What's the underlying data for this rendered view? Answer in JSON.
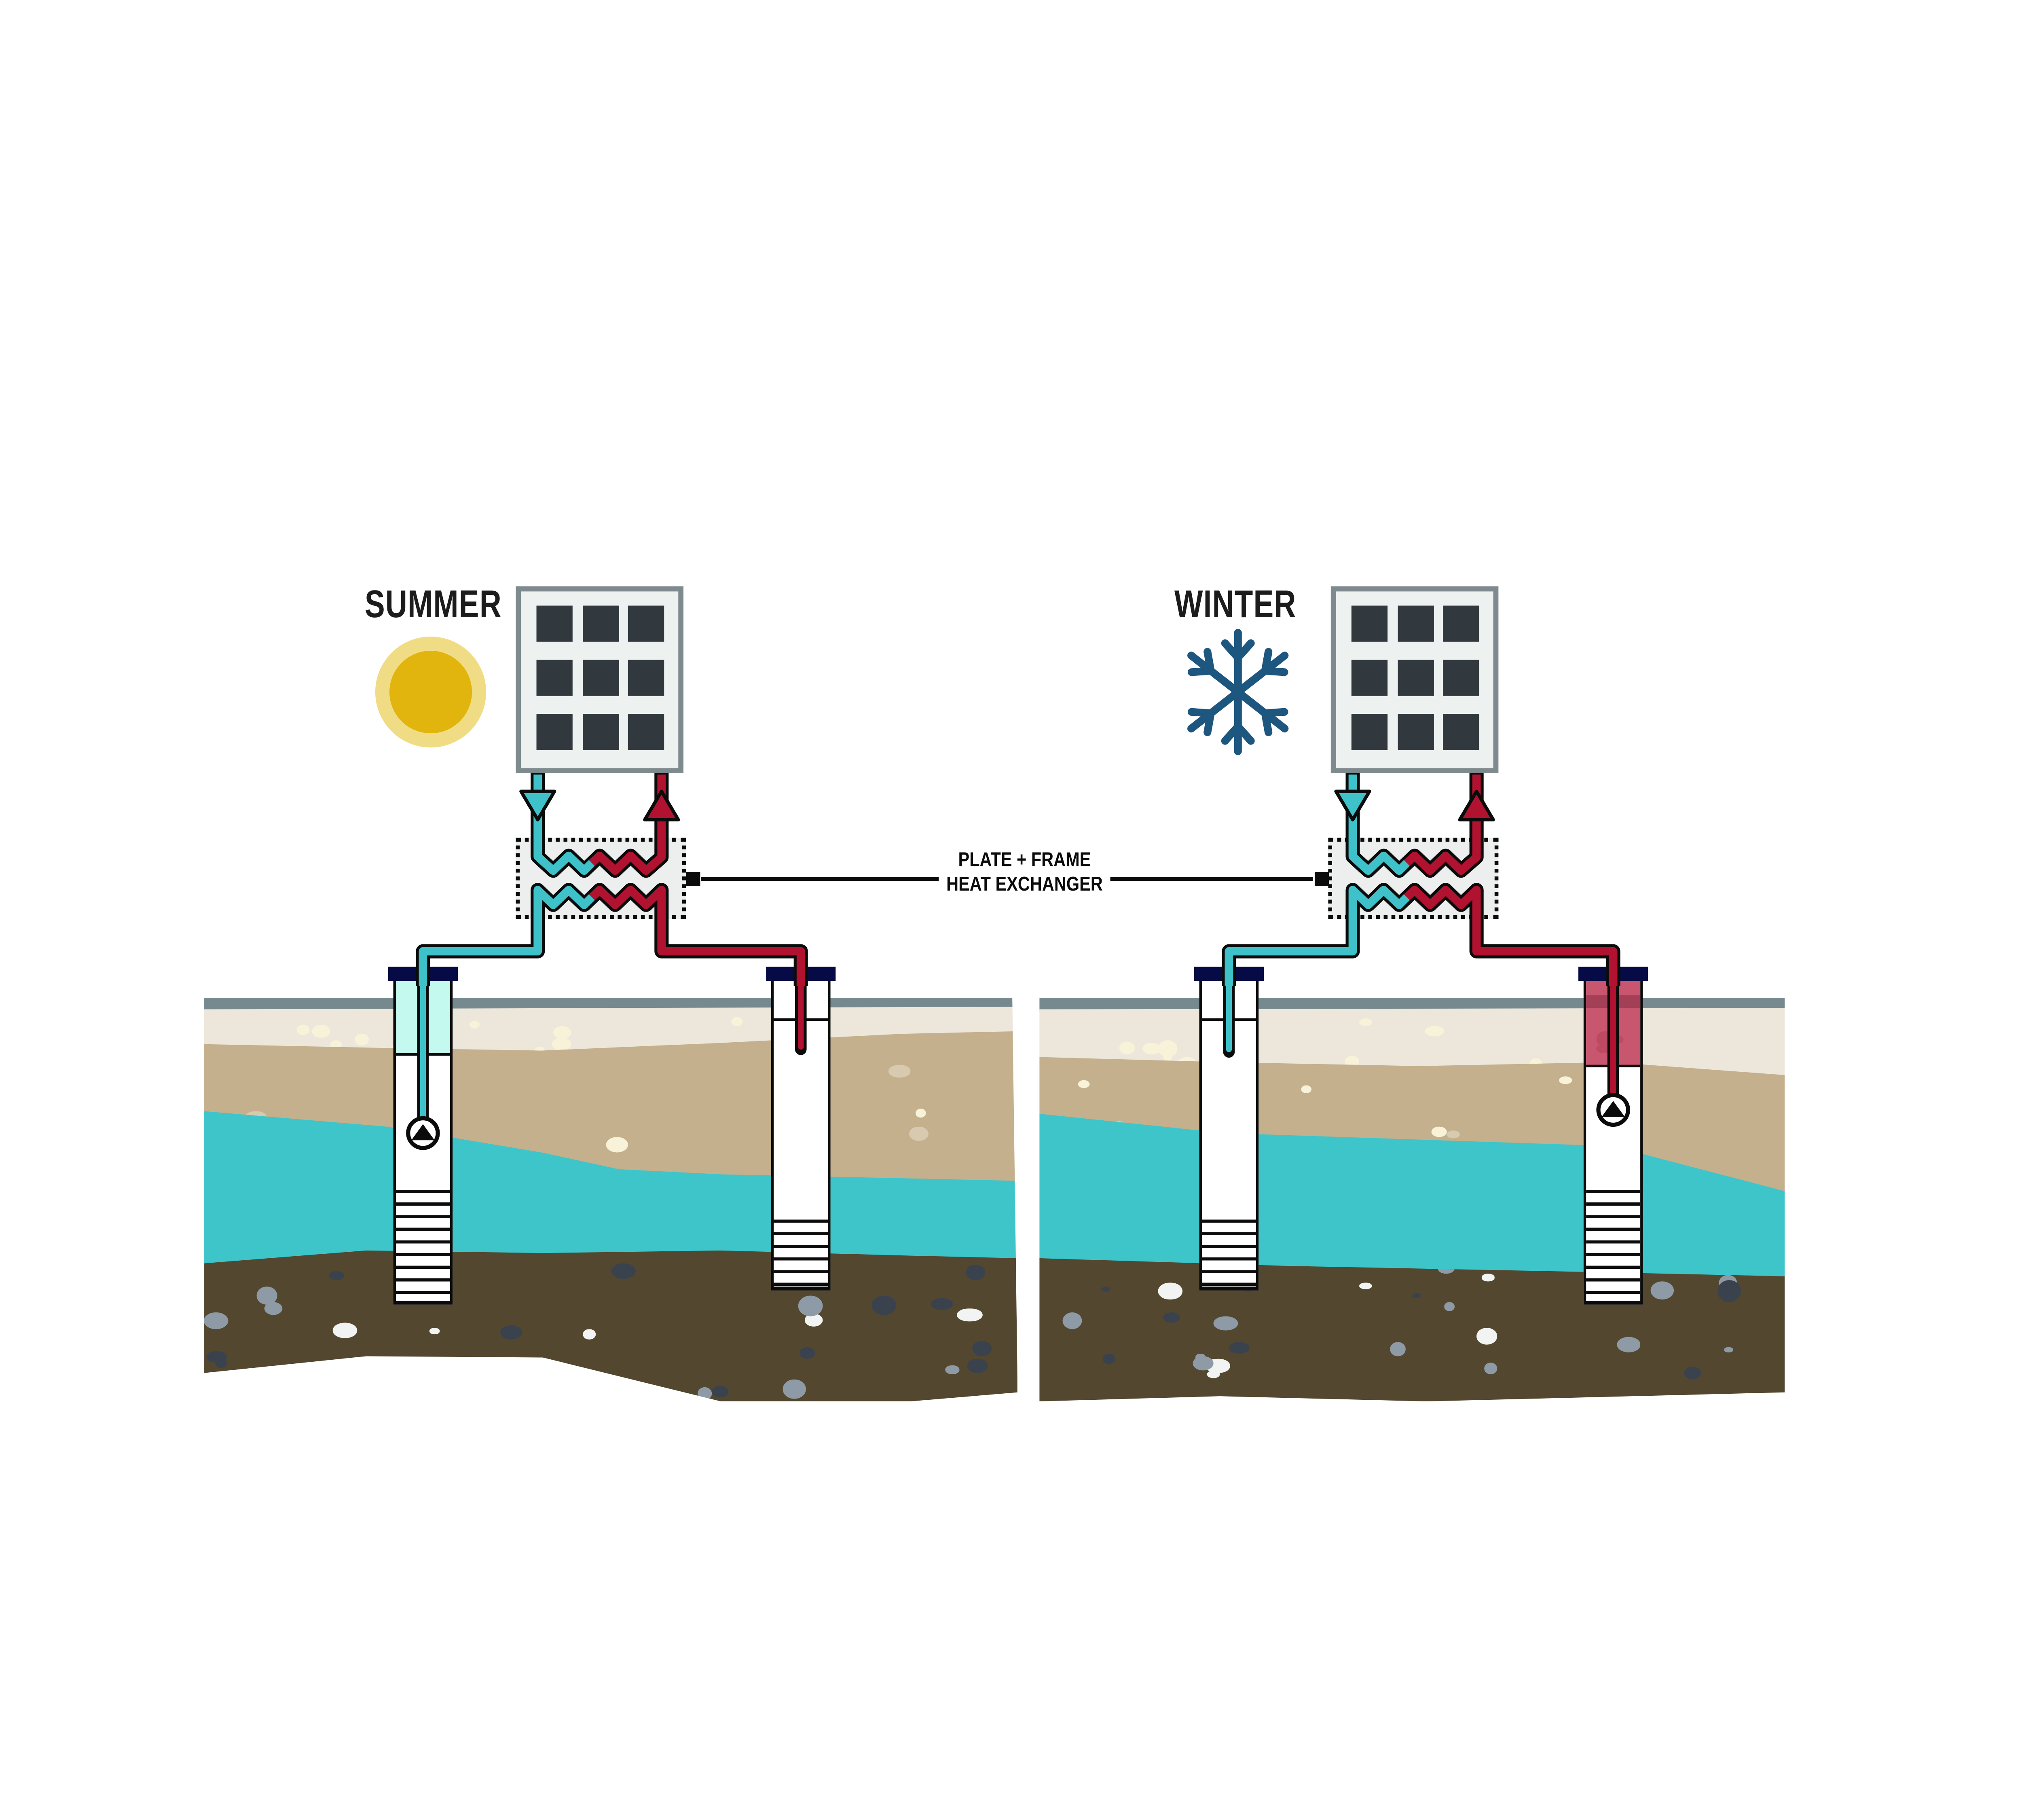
{
  "scenes": [
    {
      "id": "summer",
      "title": "SUMMER",
      "season_icon": "sun-icon",
      "building_panel": {
        "grid_rows": 3,
        "grid_cols": 3
      },
      "heat_exchanger": {
        "connector_side": "right"
      },
      "flow_arrows": {
        "left": "arrow-down",
        "right": "arrow-up"
      },
      "wells": {
        "left": {
          "icon": "pump-icon",
          "has_pump": true,
          "fill_color_key": "mint"
        },
        "right": {
          "icon": "injection-pipe",
          "has_pump": false
        }
      }
    },
    {
      "id": "winter",
      "title": "WINTER",
      "season_icon": "snowflake-icon",
      "building_panel": {
        "grid_rows": 3,
        "grid_cols": 3
      },
      "heat_exchanger": {
        "connector_side": "left"
      },
      "flow_arrows": {
        "left": "arrow-down",
        "right": "arrow-up"
      },
      "wells": {
        "left": {
          "icon": "injection-pipe",
          "has_pump": false
        },
        "right": {
          "icon": "pump-icon",
          "has_pump": true,
          "fill_color_key": "pink"
        }
      }
    }
  ],
  "heat_exchanger_label": {
    "line1": "PLATE + FRAME",
    "line2": "HEAT EXCHANGER"
  },
  "colors": {
    "teal": "#3EC1C8",
    "red": "#B11230",
    "mint": "#C3F9EE",
    "pink": "#C7566E",
    "pink-stripe": "#A33F56",
    "pink-speck": "#BD4A62",
    "navy-cap": "#060B46",
    "road": "#76898E",
    "topsoil": "#EDE6DB",
    "topsoil-speck": "#F8F2D9",
    "sand": "#C4B08C",
    "sand-speck": "#D7CAB0",
    "aquifer": "#3EC5CA",
    "subsoil": "#53482F",
    "subsoil-speck-dark": "#3A424E",
    "subsoil-speck-light": "#8E9BA6",
    "subsoil-speck-white": "#F2F4F3",
    "panel-bg": "#EDF1F0",
    "panel-border": "#7E8A8D",
    "panel-cell": "#31383E",
    "exchanger-bg": "#ECEFEE",
    "sun-core": "#E1B50E",
    "sun-halo": "#F1DC86",
    "snowflake": "#1D567F",
    "ink": "#0B0B0B",
    "text": "#1C1C1C"
  }
}
